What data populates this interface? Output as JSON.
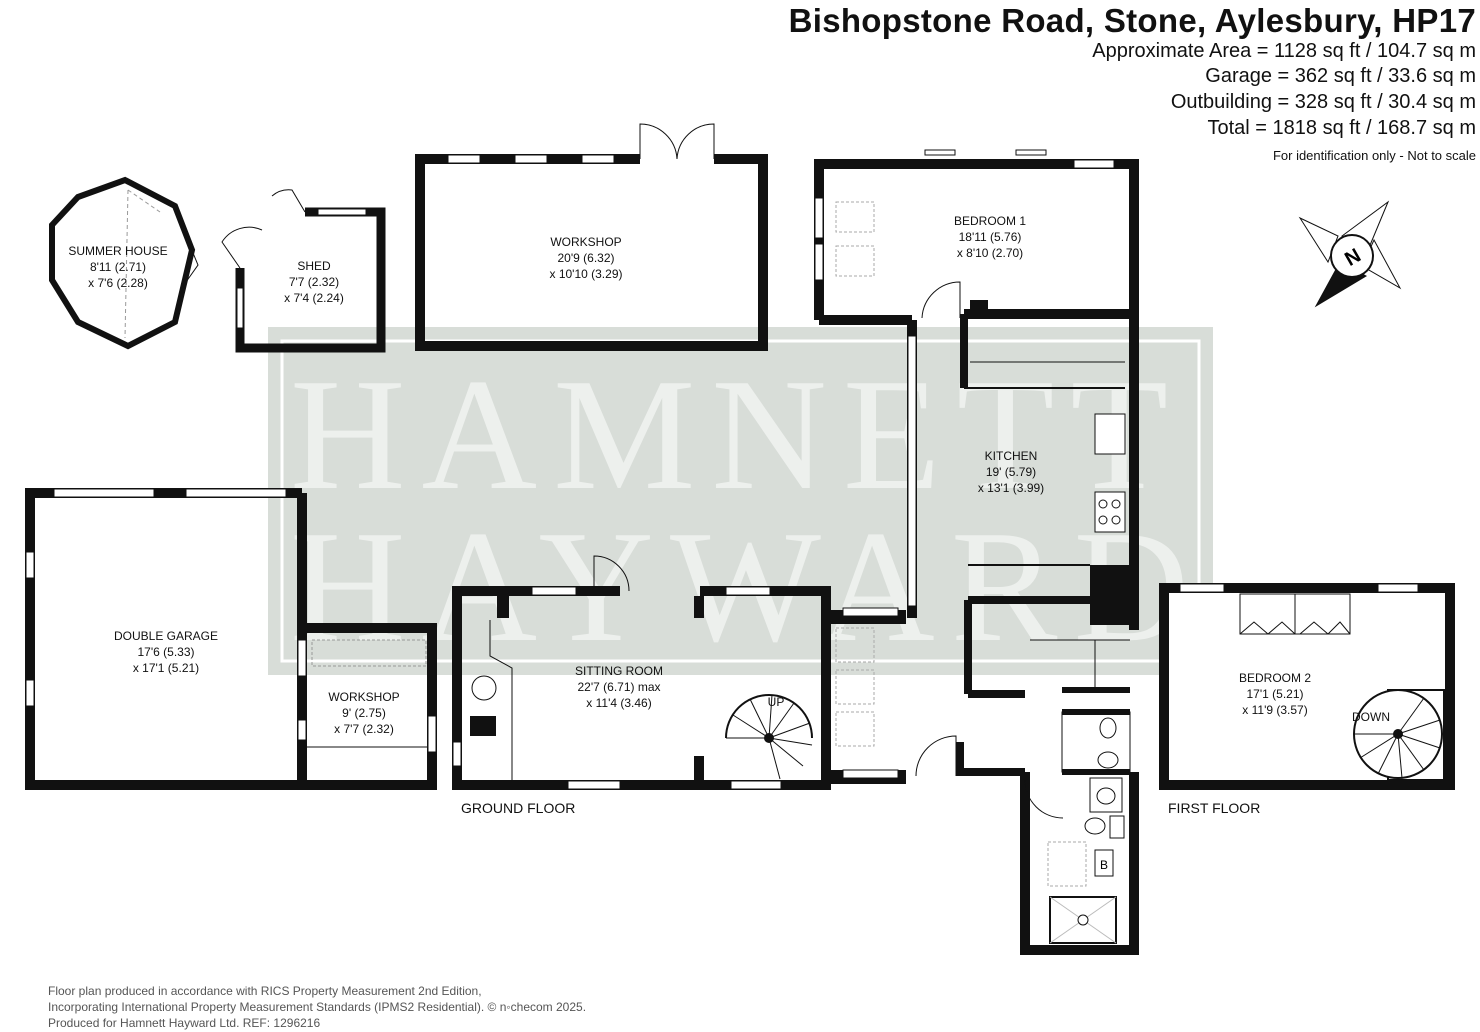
{
  "header": {
    "title": "Bishopstone Road, Stone, Aylesbury, HP17",
    "areas": [
      "Approximate Area = 1128 sq ft / 104.7 sq m",
      "Garage = 362 sq ft / 33.6 sq m",
      "Outbuilding = 328 sq ft / 30.4 sq m",
      "Total = 1818 sq ft / 168.7 sq m"
    ],
    "note": "For identification only - Not to scale"
  },
  "watermark": {
    "line1": "HAMNETT",
    "line2": "HAYWARD"
  },
  "compass": {
    "label": "N"
  },
  "rooms": {
    "summer_house": {
      "name": "SUMMER HOUSE",
      "dim1": "8'11 (2.71)",
      "dim2": "x 7'6 (2.28)"
    },
    "shed": {
      "name": "SHED",
      "dim1": "7'7 (2.32)",
      "dim2": "x 7'4 (2.24)"
    },
    "workshop_large": {
      "name": "WORKSHOP",
      "dim1": "20'9 (6.32)",
      "dim2": "x 10'10 (3.29)"
    },
    "bedroom1": {
      "name": "BEDROOM 1",
      "dim1": "18'11 (5.76)",
      "dim2": "x 8'10 (2.70)"
    },
    "kitchen": {
      "name": "KITCHEN",
      "dim1": "19' (5.79)",
      "dim2": "x 13'1 (3.99)"
    },
    "double_garage": {
      "name": "DOUBLE GARAGE",
      "dim1": "17'6 (5.33)",
      "dim2": "x 17'1 (5.21)"
    },
    "workshop_small": {
      "name": "WORKSHOP",
      "dim1": "9' (2.75)",
      "dim2": "x 7'7 (2.32)"
    },
    "sitting_room": {
      "name": "SITTING ROOM",
      "dim1": "22'7 (6.71) max",
      "dim2": "x 11'4 (3.46)"
    },
    "bedroom2": {
      "name": "BEDROOM 2",
      "dim1": "17'1 (5.21)",
      "dim2": "x 11'9 (3.57)"
    }
  },
  "stairs": {
    "up": "UP",
    "down": "DOWN"
  },
  "boiler_label": "B",
  "floors": {
    "ground": "GROUND FLOOR",
    "first": "FIRST FLOOR"
  },
  "footer": {
    "line1": "Floor plan produced in accordance with RICS Property Measurement 2nd Edition,",
    "line2": "Incorporating International Property Measurement Standards (IPMS2 Residential).  © n◦checom 2025.",
    "line3": "Produced for Hamnett Hayward Ltd.   REF: 1296216"
  },
  "colors": {
    "wall": "#111111",
    "watermark_bg": "#d8ddd8",
    "window": "#ffffff"
  }
}
